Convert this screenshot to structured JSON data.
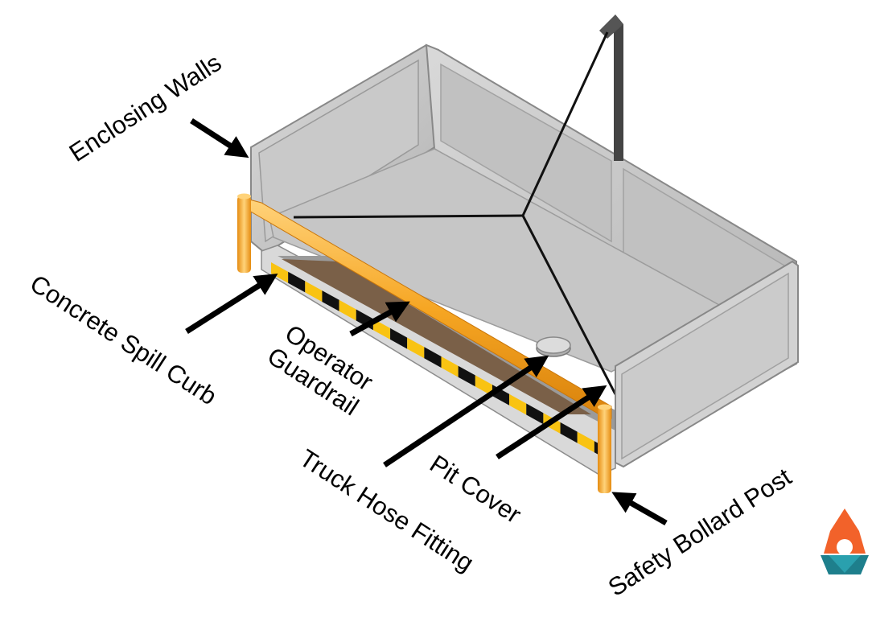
{
  "labels": {
    "enclosing_walls": "Enclosing Walls",
    "concrete_spill_curb": "Concrete Spill Curb",
    "operator_line1": "Operator",
    "operator_line2": "Guardrail",
    "truck_hose_fitting": "Truck Hose Fitting",
    "pit_cover": "Pit Cover",
    "safety_bollard_post": "Safety Bollard Post"
  },
  "colors": {
    "wall_fill": "#c4c4c4",
    "wall_panel": "#b8b8b8",
    "floor": "#c6c6c6",
    "guardrail": "#f6a623",
    "hazard_yellow": "#f9c312",
    "hazard_black": "#111111",
    "trench": "#7a6048",
    "logo_orange": "#f2622a",
    "logo_teal": "#1e7f8c"
  },
  "icons": [
    "arrow-icon",
    "logo-icon"
  ]
}
